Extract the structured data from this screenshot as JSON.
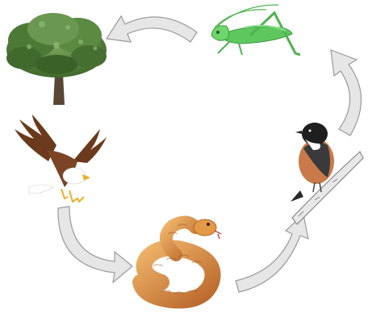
{
  "diagram": {
    "type": "food-web-cycle",
    "nodes": [
      {
        "id": "tree",
        "icon": "tree-icon"
      },
      {
        "id": "grasshopper",
        "icon": "grasshopper-icon"
      },
      {
        "id": "bird",
        "icon": "stonechat-bird-icon"
      },
      {
        "id": "snake",
        "icon": "snake-icon"
      },
      {
        "id": "eagle",
        "icon": "eagle-icon"
      }
    ],
    "edges": [
      {
        "from": "grasshopper",
        "to": "tree"
      },
      {
        "from": "eagle",
        "to": "snake"
      },
      {
        "from": "snake",
        "to": "bird"
      },
      {
        "from": "bird",
        "to": "grasshopper"
      }
    ],
    "colors": {
      "arrow_fill": "#e6e6e6",
      "arrow_stroke": "#9a9a9a",
      "tree_foliage": "#4f7d3a",
      "grasshopper": "#5ec85e",
      "snake": "#d98a3a",
      "eagle_body": "#6b3a1c",
      "bird_breast": "#c97a4a"
    }
  }
}
